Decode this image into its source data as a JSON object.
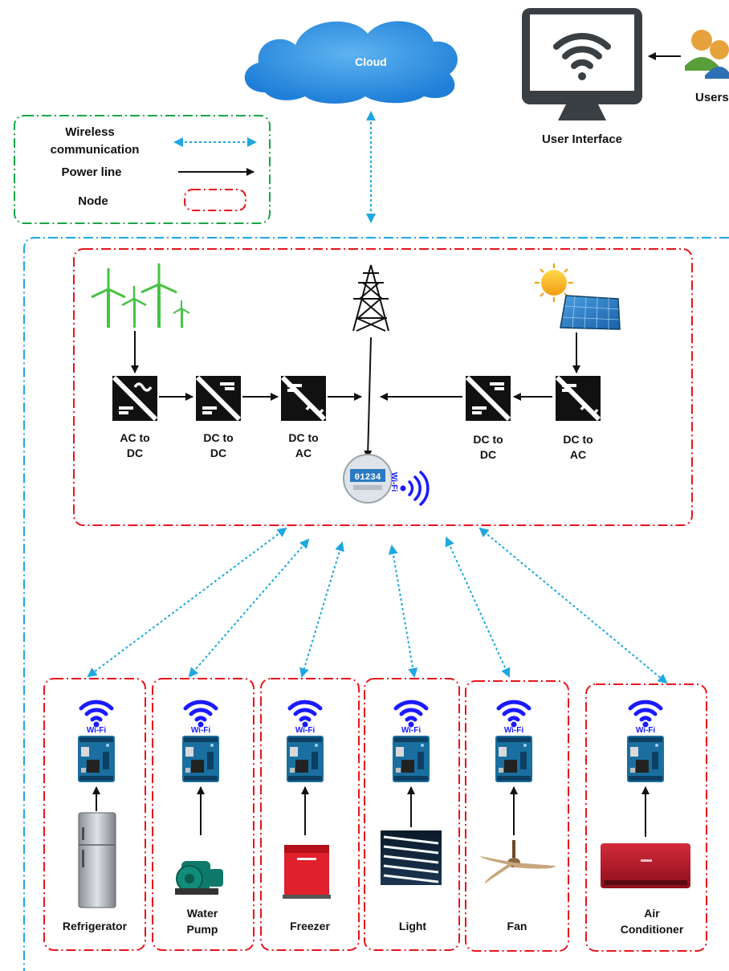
{
  "cloud_label": "Cloud",
  "user_interface_label": "User Interface",
  "users_label": "Users",
  "legend": {
    "wireless_line1": "Wireless",
    "wireless_line2": "communication",
    "power_line": "Power line",
    "node": "Node"
  },
  "converters": [
    {
      "line1": "AC to",
      "line2": "DC"
    },
    {
      "line1": "DC to",
      "line2": "DC"
    },
    {
      "line1": "DC to",
      "line2": "AC"
    },
    {
      "line1": "DC to",
      "line2": "DC"
    },
    {
      "line1": "DC to",
      "line2": "AC"
    }
  ],
  "meter": {
    "reading": "01234",
    "wifi_label": "Wi-Fi"
  },
  "wifi_badge": "Wi-Fi",
  "appliances": [
    {
      "line1": "Refrigerator",
      "line2": ""
    },
    {
      "line1": "Water",
      "line2": "Pump"
    },
    {
      "line1": "Freezer",
      "line2": ""
    },
    {
      "line1": "Light",
      "line2": ""
    },
    {
      "line1": "Fan",
      "line2": ""
    },
    {
      "line1": "Air",
      "line2": "Conditioner"
    }
  ],
  "colors": {
    "wireless": "#1ea7e1",
    "node_border": "#e8141c",
    "legend_border": "#1aa548",
    "outer_border": "#1ea7e1",
    "cloud": "#2b8be0",
    "wind": "#46c343",
    "wifi": "#1a1aff",
    "board": "#1a6fa0"
  }
}
